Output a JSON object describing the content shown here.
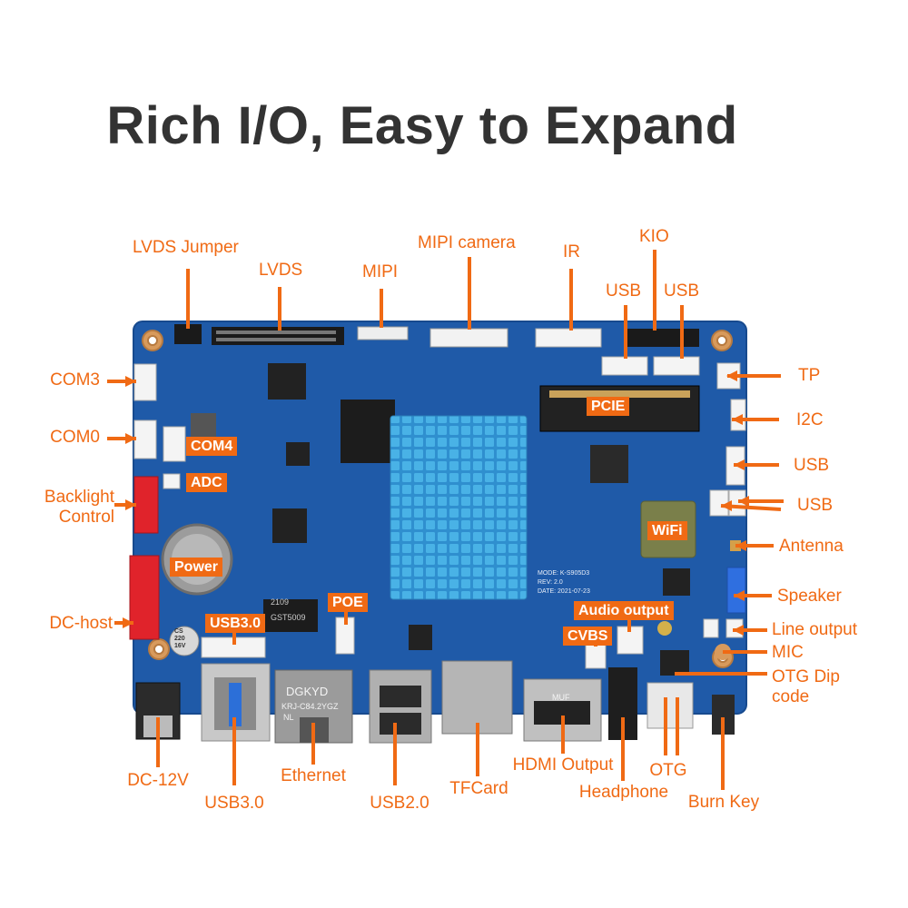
{
  "title": "Rich I/O, Easy to Expand",
  "accent_color": "#f06a14",
  "board_color": "#1f5aa8",
  "heatsink_color": "#3aa4dc",
  "callouts": {
    "lvds_jumper": "LVDS Jumper",
    "lvds": "LVDS",
    "mipi": "MIPI",
    "mipi_camera": "MIPI camera",
    "ir": "IR",
    "kio": "KIO",
    "usb_top_1": "USB",
    "usb_top_2": "USB",
    "tp": "TP",
    "i2c": "I2C",
    "usb_right_1": "USB",
    "usb_right_2": "USB",
    "antenna": "Antenna",
    "speaker": "Speaker",
    "line_output": "Line output",
    "mic": "MIC",
    "otg_dip_code": "OTG Dip\ncode",
    "com3": "COM3",
    "com0": "COM0",
    "backlight_control": "Backlight\nControl",
    "dc_host": "DC-host",
    "dc_12v": "DC-12V",
    "usb30_bottom": "USB3.0",
    "ethernet": "Ethernet",
    "usb20": "USB2.0",
    "tfcard": "TFCard",
    "hdmi_output": "HDMI Output",
    "headphone": "Headphone",
    "otg": "OTG",
    "burn_key": "Burn Key"
  },
  "board_tags": {
    "pcie": "PCIE",
    "wifi": "WiFi",
    "com4": "COM4",
    "adc": "ADC",
    "power": "Power",
    "poe": "POE",
    "usb30": "USB3.0",
    "audio_output": "Audio output",
    "cvbs": "CVBS"
  },
  "silkscreen": {
    "model": "MODE: K-S905D3",
    "rev": "REV: 2.0",
    "date": "DATE: 2021-07-23",
    "rj45_line1": "DGKYD",
    "rj45_line2": "KRJ-C84.2YGZ",
    "rj45_line3": "NL",
    "hdmi_brand": "MUF",
    "chip_code": "GST5009",
    "chip_date": "2109",
    "cap_label": "CS\n220\n16V"
  }
}
